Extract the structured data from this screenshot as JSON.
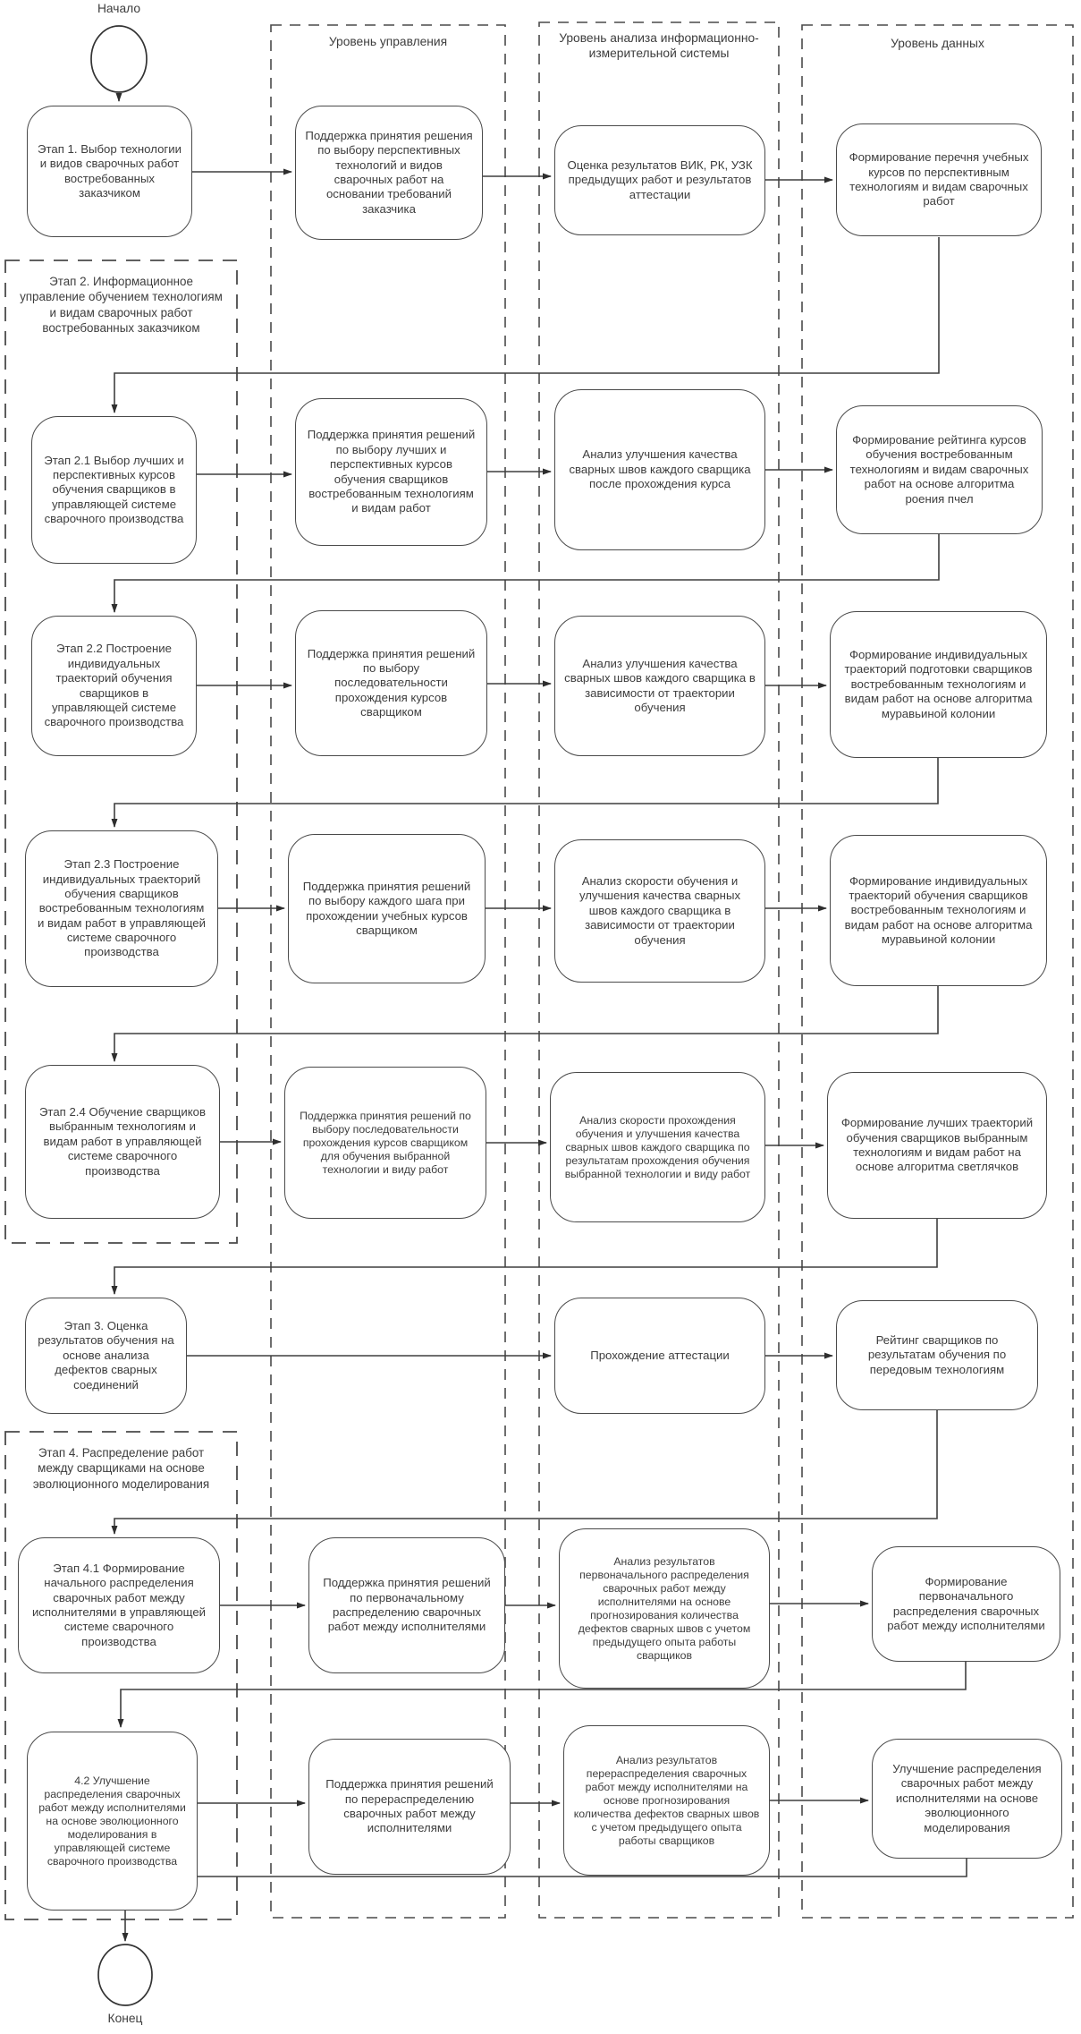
{
  "start_label": "Начало",
  "end_label": "Конец",
  "lanes": {
    "management": "Уровень управления",
    "analysis": "Уровень анализа информационно-измерительной системы",
    "data": "Уровень данных"
  },
  "groups": {
    "stage2": "Этап 2. Информационное управление обучением технологиям и видам сварочных работ востребованных заказчиком",
    "stage4": "Этап 4. Распределение работ между сварщиками на основе эволюционного моделирования"
  },
  "nodes": {
    "s1": "Этап 1. Выбор технологии и видов сварочных работ востребованных заказчиком",
    "s1_m": "Поддержка принятия решения по выбору перспективных технологий и видов сварочных работ на основании требований заказчика",
    "s1_a": "Оценка результатов ВИК, РК, УЗК предыдущих работ и результатов аттестации",
    "s1_d": "Формирование перечня учебных курсов по перспективным технологиям и видам сварочных работ",
    "s21": "Этап 2.1 Выбор лучших и перспективных курсов обучения сварщиков в управляющей системе сварочного производства",
    "s21_m": "Поддержка принятия решений по выбору лучших и перспективных курсов обучения сварщиков востребованным технологиям и видам работ",
    "s21_a": "Анализ улучшения качества сварных швов каждого сварщика после прохождения курса",
    "s21_d": "Формирование рейтинга курсов обучения востребованным технологиям и видам сварочных работ на основе алгоритма роения пчел",
    "s22": "Этап 2.2 Построение индивидуальных траекторий обучения сварщиков в управляющей системе сварочного производства",
    "s22_m": "Поддержка принятия решений по выбору последовательности прохождения курсов сварщиком",
    "s22_a": "Анализ улучшения качества сварных швов каждого сварщика в зависимости от траектории обучения",
    "s22_d": "Формирование индивидуальных траекторий подготовки сварщиков востребованным технологиям и видам работ на основе алгоритма муравьиной колонии",
    "s23": "Этап 2.3 Построение индивидуальных траекторий обучения сварщиков востребованным технологиям и видам работ в управляющей системе сварочного производства",
    "s23_m": "Поддержка принятия решений по выбору каждого шага при прохождении учебных курсов сварщиком",
    "s23_a": "Анализ скорости обучения и улучшения качества сварных швов каждого сварщика в зависимости от траектории обучения",
    "s23_d": "Формирование индивидуальных траекторий обучения сварщиков востребованным технологиям и видам работ на основе алгоритма муравьиной колонии",
    "s24": "Этап 2.4 Обучение сварщиков выбранным технологиям и видам работ в управляющей системе сварочного производства",
    "s24_m": "Поддержка принятия решений по выбору последовательности прохождения курсов сварщиком для обучения выбранной технологии и виду работ",
    "s24_a": "Анализ скорости прохождения обучения и улучшения качества сварных швов каждого сварщика по результатам прохождения обучения выбранной технологии и виду работ",
    "s24_d": "Формирование лучших траекторий обучения сварщиков выбранным технологиям и видам работ на основе алгоритма светлячков",
    "s3": "Этап 3. Оценка результатов обучения на основе анализа дефектов сварных соединений",
    "s3_a": "Прохождение аттестации",
    "s3_d": "Рейтинг сварщиков по результатам обучения по передовым технологиям",
    "s41": "Этап 4.1 Формирование начального распределения сварочных работ между исполнителями в управляющей системе сварочного производства",
    "s41_m": "Поддержка принятия решений по первоначальному распределению сварочных работ между исполнителями",
    "s41_a": "Анализ результатов первоначального распределения сварочных работ между исполнителями на основе прогнозирования количества дефектов сварных швов с учетом предыдущего опыта работы сварщиков",
    "s41_d": "Формирование первоначального распределения сварочных работ между исполнителями",
    "s42": "4.2 Улучшение распределения сварочных работ между исполнителями на основе эволюционного моделирования в управляющей системе сварочного производства",
    "s42_m": "Поддержка принятия решений по перераспределению сварочных работ между исполнителями",
    "s42_a": "Анализ результатов перераспределения сварочных работ между исполнителями на основе прогнозирования количества дефектов сварных швов с учетом предыдущего опыта работы сварщиков",
    "s42_d": "Улучшение распределения сварочных работ между исполнителями на основе эволюционного моделирования"
  },
  "colors": {
    "line": "#3f3f3f",
    "box_border": "#4a4a4a",
    "text": "#3d3d3d",
    "background": "#ffffff"
  }
}
